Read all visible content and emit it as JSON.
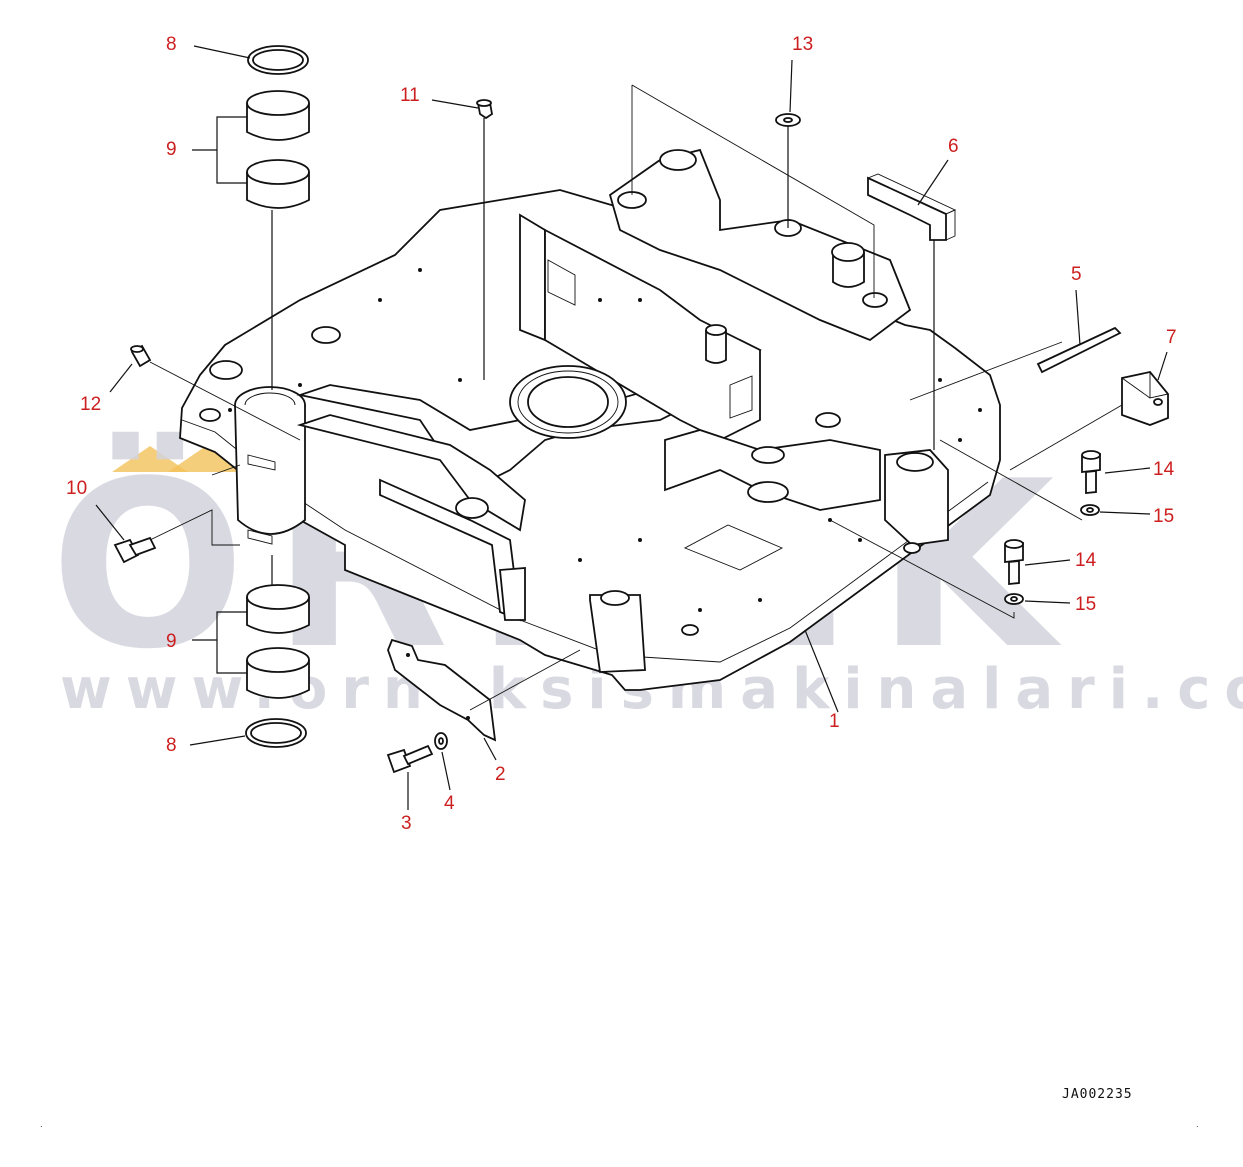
{
  "diagram": {
    "reference_code": "JA002235",
    "callout_color": "#cc1f1f",
    "line_color": "#111111",
    "callouts": [
      {
        "id": "c8a",
        "label": "8"
      },
      {
        "id": "c9a",
        "label": "9"
      },
      {
        "id": "c11",
        "label": "11"
      },
      {
        "id": "c13",
        "label": "13"
      },
      {
        "id": "c6",
        "label": "6"
      },
      {
        "id": "c5",
        "label": "5"
      },
      {
        "id": "c7",
        "label": "7"
      },
      {
        "id": "c12",
        "label": "12"
      },
      {
        "id": "c10",
        "label": "10"
      },
      {
        "id": "c14a",
        "label": "14"
      },
      {
        "id": "c15a",
        "label": "15"
      },
      {
        "id": "c14b",
        "label": "14"
      },
      {
        "id": "c15b",
        "label": "15"
      },
      {
        "id": "c9b",
        "label": "9"
      },
      {
        "id": "c1",
        "label": "1"
      },
      {
        "id": "c8b",
        "label": "8"
      },
      {
        "id": "c2",
        "label": "2"
      },
      {
        "id": "c4",
        "label": "4"
      },
      {
        "id": "c3",
        "label": "3"
      }
    ]
  },
  "watermark": {
    "brand": "ÖRNEK",
    "url": "www.orneksismakinalari.com.tr",
    "color": "#d3d3dc",
    "accent_color": "#f2c25a"
  }
}
